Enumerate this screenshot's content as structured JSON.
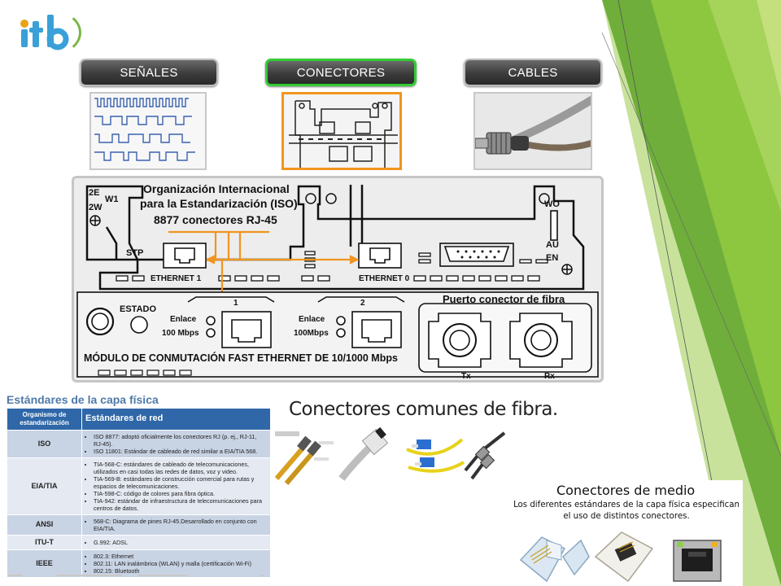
{
  "tabs": [
    {
      "label": "SEÑALES",
      "active": false
    },
    {
      "label": "CONECTORES",
      "active": true
    },
    {
      "label": "CABLES",
      "active": false
    }
  ],
  "diagram": {
    "iso_title_1": "Organización Internacional",
    "iso_title_2": "para la Estandarización (ISO)",
    "iso_title_3": "8877 conectores RJ-45",
    "label_2e": "2E",
    "label_w1": "W1",
    "label_2w": "2W",
    "label_stp": "STP",
    "label_wo": "WO",
    "label_au": "AU",
    "label_en": "EN",
    "ethernet1": "ETHERNET 1",
    "ethernet0": "ETHERNET 0",
    "estado": "ESTADO",
    "port1": "1",
    "port2": "2",
    "enlace1": "Enlace",
    "speed1": "100 Mbps",
    "enlace2": "Enlace",
    "speed2": "100Mbps",
    "fiber_port": "Puerto conector de fibra",
    "module": "MÓDULO DE CONMUTACIÓN FAST ETHERNET DE 10/1000 Mbps",
    "tx": "Tx",
    "rx": "Rx"
  },
  "standards": {
    "title": "Estándares de la capa física",
    "header_org": "Organismo de estandarización",
    "header_std": "Estándares de red",
    "rows": [
      {
        "org": "ISO",
        "items": [
          "ISO 8877: adoptó oficialmente los conectores RJ (p. ej., RJ-11, RJ-45).",
          "ISO 11801: Estándar de cableado de red similar a EIA/TIA 568."
        ]
      },
      {
        "org": "EIA/TIA",
        "items": [
          "TIA-568-C: estándares de cableado de telecomunicaciones, utilizados en casi todas las redes de datos, voz y video.",
          "TIA-569-B: estándares de construcción comercial para rutas y espacios de telecomunicaciones.",
          "TIA-598-C: código de colores para fibra óptica.",
          "TIA-942: estándar de infraestructura de telecomunicaciones para centros de datos."
        ]
      },
      {
        "org": "ANSI",
        "items": [
          "568-C: Diagrama de pines RJ-45.Desarrollado en conjunto con EIA/TIA."
        ]
      },
      {
        "org": "ITU-T",
        "items": [
          "G.992: ADSL"
        ]
      },
      {
        "org": "IEEE",
        "items": [
          "802.3: Ethernet",
          "802.11: LAN inalámbrica (WLAN) y malla (certificación Wi-Fi)",
          "802.15: Bluetooth"
        ]
      }
    ]
  },
  "fiber": {
    "title": "Conectores comunes de fibra."
  },
  "media": {
    "title": "Conectores  de medio",
    "text": "Los diferentes estándares de la capa física especifican el uso de distintos conectores."
  },
  "colors": {
    "active_tab_border": "#33cc33",
    "highlight_orange": "#f0951f",
    "table_header": "#2f67a8",
    "table_title": "#4f7aa8",
    "deco_green": "#8dc63f"
  }
}
